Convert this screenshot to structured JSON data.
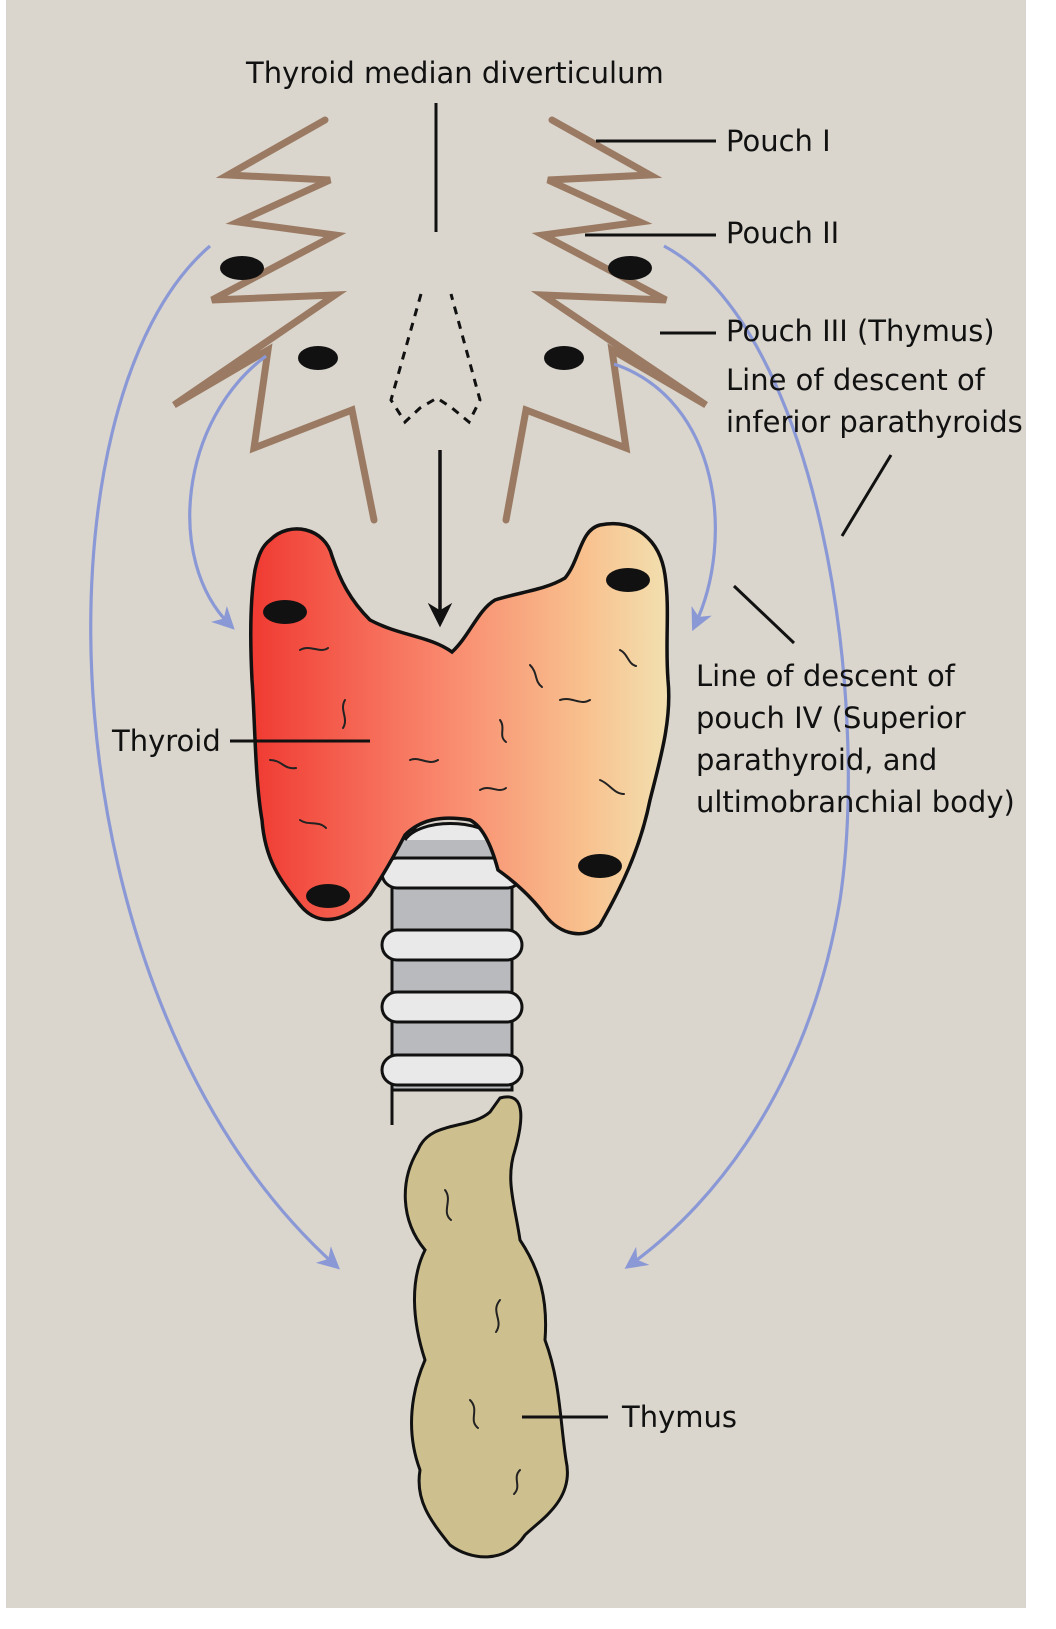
{
  "labels": {
    "thyroid_median_diverticulum": "Thyroid median diverticulum",
    "pouch_1": "Pouch I",
    "pouch_2": "Pouch II",
    "pouch_3": "Pouch III (Thymus)",
    "descent_inferior_line1": "Line of descent of",
    "descent_inferior_line2": "inferior parathyroids",
    "thyroid": "Thyroid",
    "descent_pouch4_line1": "Line of descent of",
    "descent_pouch4_line2": "pouch IV (Superior",
    "descent_pouch4_line3": "parathyroid, and",
    "descent_pouch4_line4": "ultimobranchial body)",
    "thymus": "Thymus"
  },
  "colors": {
    "background": "#dad6cd",
    "pouch_outline": "#9b7a63",
    "descent_arrow": "#8a98d6",
    "thyroid_left": "#f03a32",
    "thyroid_right": "#f2e0b0",
    "trachea": "#b9babd",
    "thymus": "#cdbf8e"
  }
}
